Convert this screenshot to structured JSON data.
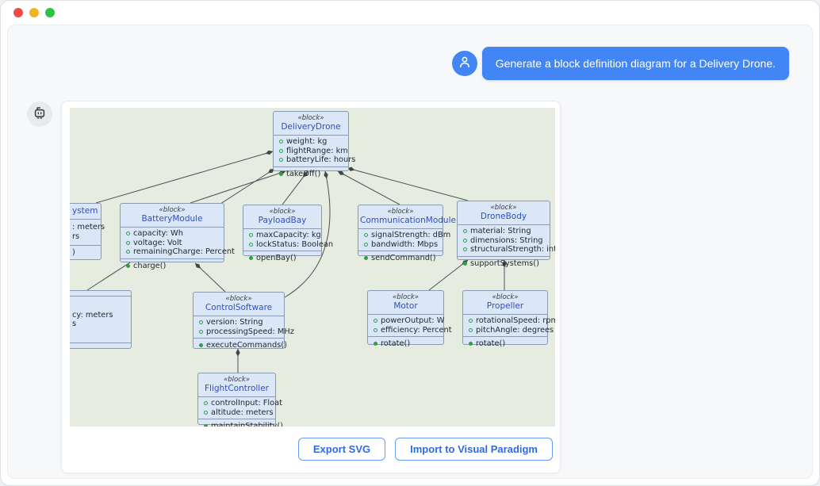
{
  "window": {
    "traffic_lights": [
      "close",
      "minimize",
      "zoom"
    ]
  },
  "chat": {
    "user_message": "Generate a block definition diagram for a Delivery Drone.",
    "user_avatar_icon": "user-icon",
    "bot_avatar_icon": "robot-icon"
  },
  "actions": {
    "export_svg": "Export SVG",
    "import_vp": "Import to Visual Paradigm"
  },
  "colors": {
    "accent_blue": "#4285f4",
    "button_text": "#2f6ae0",
    "diagram_background": "#e6ecdf",
    "block_fill": "#dbe7f6",
    "block_border": "#8a9ab0",
    "block_title": "#2f4ec9",
    "attribute_icon_green": "#2f9e55",
    "operation_icon_green": "#2f9e44",
    "connector": "#4a5158",
    "traffic_red": "#ef4a46",
    "traffic_yellow": "#f2b227",
    "traffic_green": "#2ec244"
  },
  "diagram": {
    "stereotype": "«block»",
    "blocks": [
      {
        "id": "delivery-drone",
        "name": "DeliveryDrone",
        "attributes": [
          "weight: kg",
          "flightRange: km",
          "batteryLife: hours"
        ],
        "operations": [
          "takeOff()"
        ]
      },
      {
        "id": "partial-block-top",
        "partial": true,
        "name": "ystem",
        "attributes": [
          ": meters",
          "rs"
        ],
        "operations": [
          ")"
        ]
      },
      {
        "id": "battery-module",
        "name": "BatteryModule",
        "attributes": [
          "capacity: Wh",
          "voltage: Volt",
          "remainingCharge: Percent"
        ],
        "operations": [
          "charge()"
        ]
      },
      {
        "id": "payload-bay",
        "name": "PayloadBay",
        "attributes": [
          "maxCapacity: kg",
          "lockStatus: Boolean"
        ],
        "operations": [
          "openBay()"
        ]
      },
      {
        "id": "communication-module",
        "name": "CommunicationModule",
        "attributes": [
          "signalStrength: dBm",
          "bandwidth: Mbps"
        ],
        "operations": [
          "sendCommand()"
        ]
      },
      {
        "id": "drone-body",
        "name": "DroneBody",
        "attributes": [
          "material: String",
          "dimensions: String",
          "structuralStrength: int"
        ],
        "operations": [
          "supportSystems()"
        ]
      },
      {
        "id": "partial-block-bottom",
        "partial": true,
        "name": "",
        "attributes": [
          "cy: meters",
          "s"
        ],
        "operations": []
      },
      {
        "id": "control-software",
        "name": "ControlSoftware",
        "attributes": [
          "version: String",
          "processingSpeed: MHz"
        ],
        "operations": [
          "executeCommands()"
        ]
      },
      {
        "id": "motor",
        "name": "Motor",
        "attributes": [
          "powerOutput: W",
          "efficiency: Percent"
        ],
        "operations": [
          "rotate()"
        ]
      },
      {
        "id": "propeller",
        "name": "Propeller",
        "attributes": [
          "rotationalSpeed: rpm",
          "pitchAngle: degrees"
        ],
        "operations": [
          "rotate()"
        ]
      },
      {
        "id": "flight-controller",
        "name": "FlightController",
        "attributes": [
          "controlInput: Float",
          "altitude: meters"
        ],
        "operations": [
          "maintainStability()"
        ]
      }
    ],
    "connections": [
      {
        "from": "delivery-drone",
        "to": "partial-block-top",
        "type": "composition"
      },
      {
        "from": "delivery-drone",
        "to": "partial-block-bottom",
        "type": "composition"
      },
      {
        "from": "delivery-drone",
        "to": "battery-module",
        "type": "composition"
      },
      {
        "from": "delivery-drone",
        "to": "payload-bay",
        "type": "composition"
      },
      {
        "from": "delivery-drone",
        "to": "control-software",
        "type": "composition"
      },
      {
        "from": "delivery-drone",
        "to": "communication-module",
        "type": "composition"
      },
      {
        "from": "delivery-drone",
        "to": "drone-body",
        "type": "composition"
      },
      {
        "from": "battery-module",
        "to": "control-software",
        "type": "composition"
      },
      {
        "from": "control-software",
        "to": "flight-controller",
        "type": "composition"
      },
      {
        "from": "drone-body",
        "to": "motor",
        "type": "composition"
      },
      {
        "from": "drone-body",
        "to": "propeller",
        "type": "composition"
      }
    ]
  }
}
